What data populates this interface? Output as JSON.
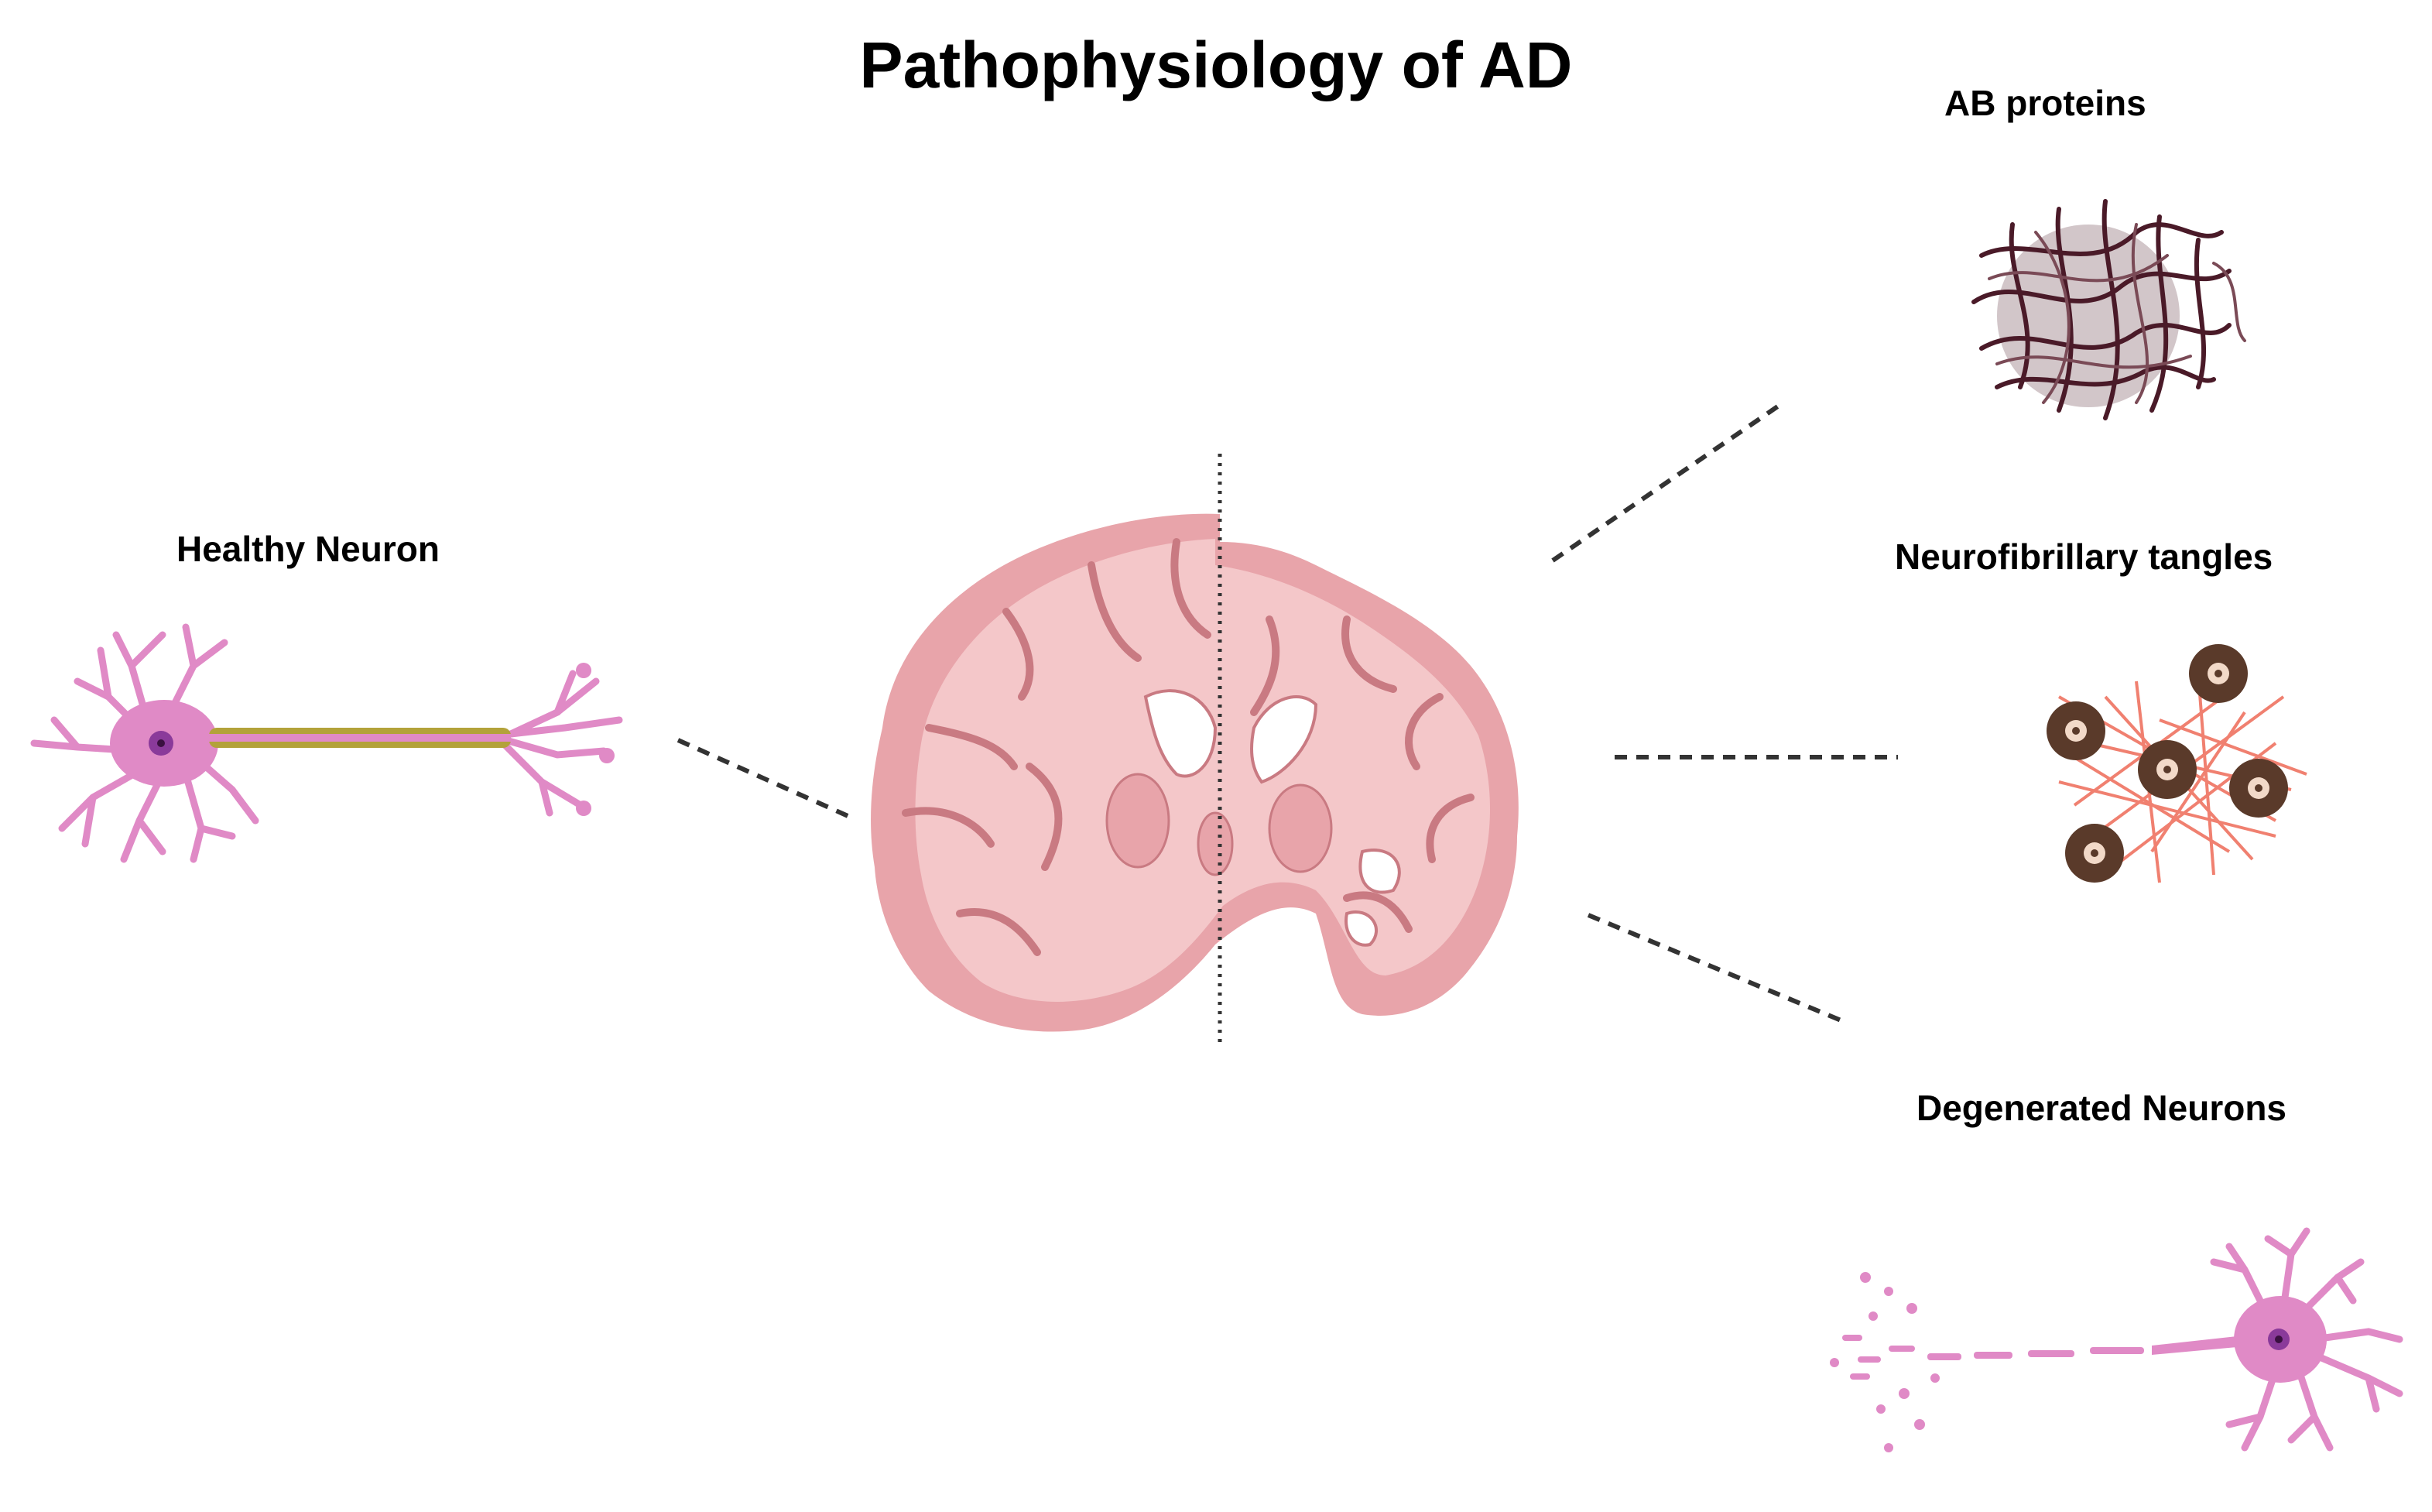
{
  "diagram": {
    "title": "Pathophysiology of AD",
    "labels": {
      "healthy_neuron": "Healthy Neuron",
      "ab_proteins": "AB proteins",
      "neurofibrillary_tangles": "Neurofibrillary  tangles",
      "degenerated_neurons": "Degenerated Neurons"
    },
    "colors": {
      "neuron_pink": "#e08ac6",
      "neuron_nucleus": "#8a3a9a",
      "myelin_olive": "#b3a23a",
      "brain_outer": "#e8a4aa",
      "brain_inner": "#f4c7c9",
      "brain_line": "#c97a82",
      "amyloid_dark": "#4a1a28",
      "tangle_red": "#f08070",
      "tangle_brown": "#5a3a2a",
      "connector": "#333333"
    },
    "icons": [
      "healthy-neuron-icon",
      "brain-section-icon",
      "amyloid-plaque-icon",
      "neurofibrillary-tangle-icon",
      "degenerated-neuron-icon"
    ]
  }
}
